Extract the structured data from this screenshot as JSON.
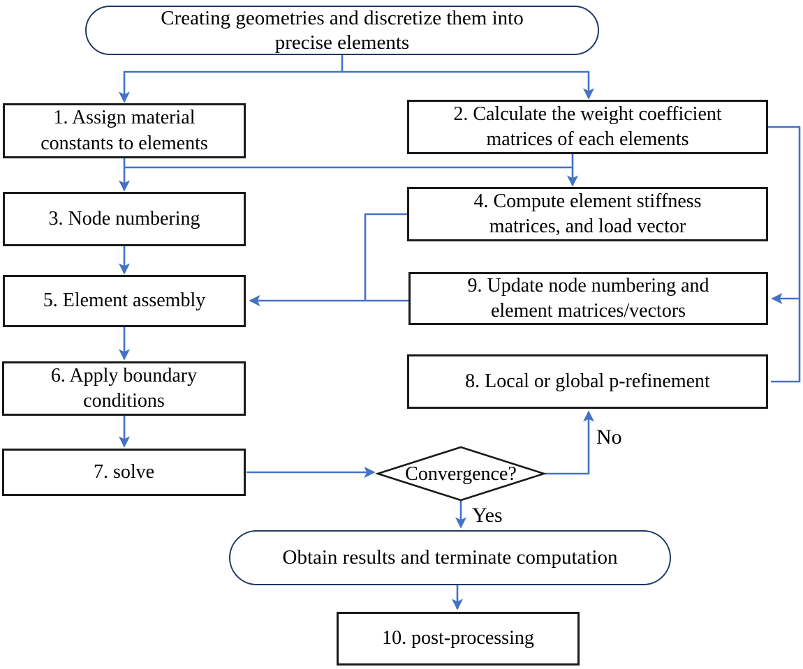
{
  "diagram": {
    "type": "flowchart",
    "nodes": {
      "start": {
        "shape": "terminal",
        "label": "Creating geometries and discretize them into\nprecise elements"
      },
      "step1": {
        "shape": "process",
        "label": "1. Assign material\nconstants to elements"
      },
      "step2": {
        "shape": "process",
        "label": "2. Calculate the weight coefficient\nmatrices of each elements"
      },
      "step3": {
        "shape": "process",
        "label": "3. Node numbering"
      },
      "step4": {
        "shape": "process",
        "label": "4. Compute element stiffness\nmatrices, and load vector"
      },
      "step5": {
        "shape": "process",
        "label": "5. Element assembly"
      },
      "step6": {
        "shape": "process",
        "label": "6. Apply boundary\nconditions"
      },
      "step7": {
        "shape": "process",
        "label": "7. solve"
      },
      "step8": {
        "shape": "process",
        "label": "8. Local or global p-refinement"
      },
      "step9": {
        "shape": "process",
        "label": "9. Update node numbering and\nelement matrices/vectors"
      },
      "decision": {
        "shape": "decision",
        "label": "Convergence?"
      },
      "results": {
        "shape": "terminal",
        "label": "Obtain results and terminate computation"
      },
      "step10": {
        "shape": "process",
        "label": "10. post-processing"
      }
    },
    "edge_labels": {
      "no": "No",
      "yes": "Yes"
    },
    "edges": [
      {
        "from": "start",
        "to": "step1"
      },
      {
        "from": "start",
        "to": "step2"
      },
      {
        "from": "step1",
        "to": "step3"
      },
      {
        "from": "step1",
        "to": "step4"
      },
      {
        "from": "step2",
        "to": "step4"
      },
      {
        "from": "step3",
        "to": "step5"
      },
      {
        "from": "step4",
        "to": "step5"
      },
      {
        "from": "step9",
        "to": "step5"
      },
      {
        "from": "step2",
        "to": "step9"
      },
      {
        "from": "step5",
        "to": "step6"
      },
      {
        "from": "step6",
        "to": "step7"
      },
      {
        "from": "step7",
        "to": "decision"
      },
      {
        "from": "decision",
        "to": "step8",
        "label": "No"
      },
      {
        "from": "step8",
        "to": "step9"
      },
      {
        "from": "decision",
        "to": "results",
        "label": "Yes"
      },
      {
        "from": "results",
        "to": "step10"
      }
    ],
    "colors": {
      "connector": "#4472C4",
      "terminal_border": "#1F3864",
      "process_border": "#1A1A1A",
      "text": "#000000",
      "background": "#FFFFFF"
    }
  }
}
